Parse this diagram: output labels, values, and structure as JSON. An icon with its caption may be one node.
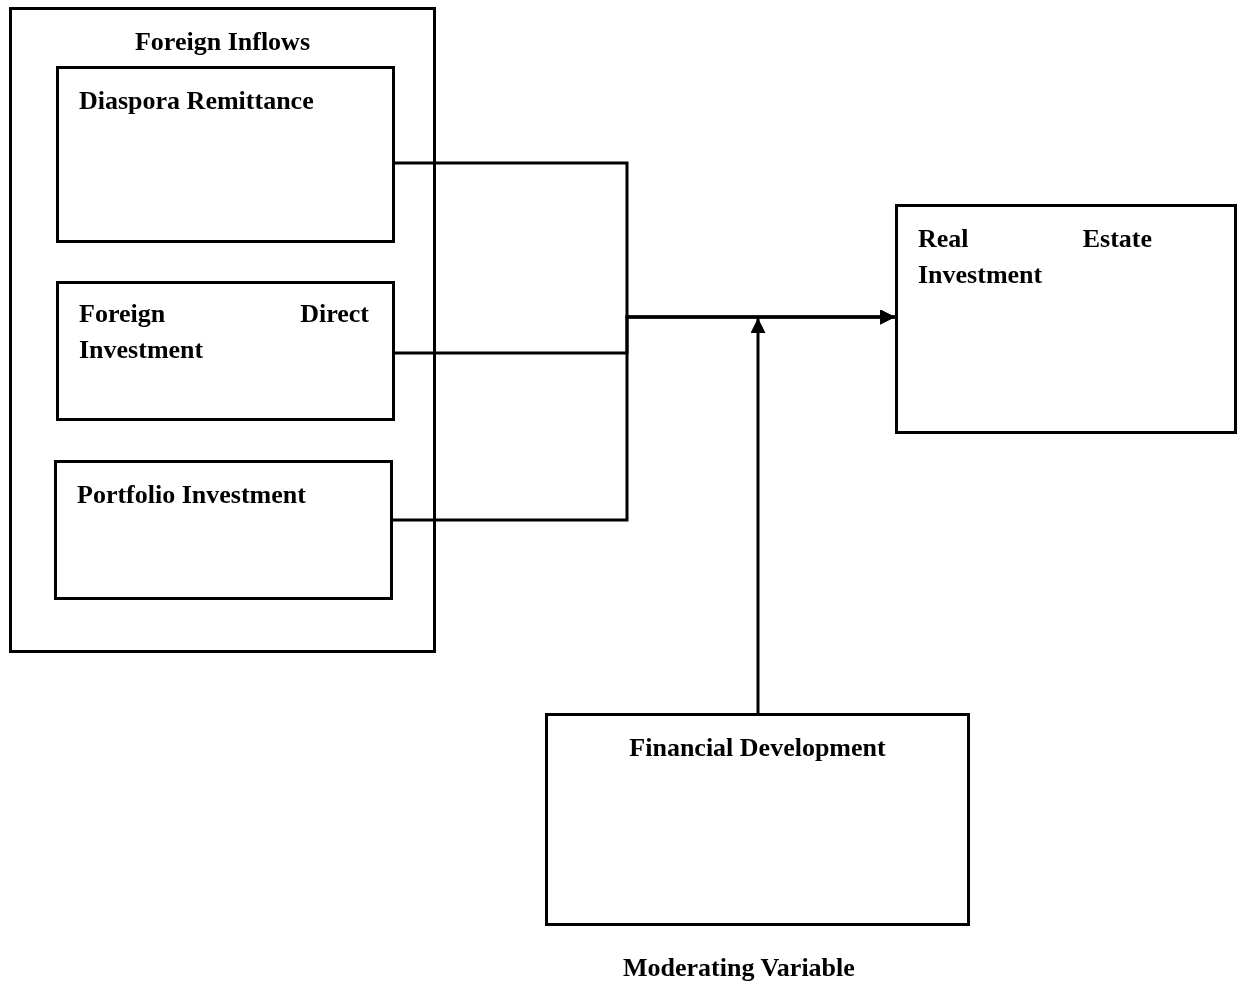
{
  "diagram": {
    "nodes": [
      {
        "text": [
          "Foreign Inflows"
        ]
      },
      {
        "text": [
          "Diaspora Remittance"
        ],
        "in": 0
      },
      {
        "text": [
          "Foreign Direct Investment"
        ],
        "in": 0
      },
      {
        "text": [
          "Portfolio Investment"
        ],
        "in": 0
      },
      {
        "text": [
          "Real Estate Investment"
        ]
      },
      {
        "text": [
          "Financial Development"
        ],
        "beside": [
          "Moderating Variable"
        ]
      }
    ],
    "edges": [
      {
        "from": 1,
        "to": 4,
        "arrow": "to"
      },
      {
        "from": 2,
        "to": 4,
        "arrow": "to"
      },
      {
        "from": 3,
        "to": 4,
        "arrow": "to"
      },
      {
        "from": 5,
        "to": null,
        "arrow": "to"
      }
    ]
  }
}
